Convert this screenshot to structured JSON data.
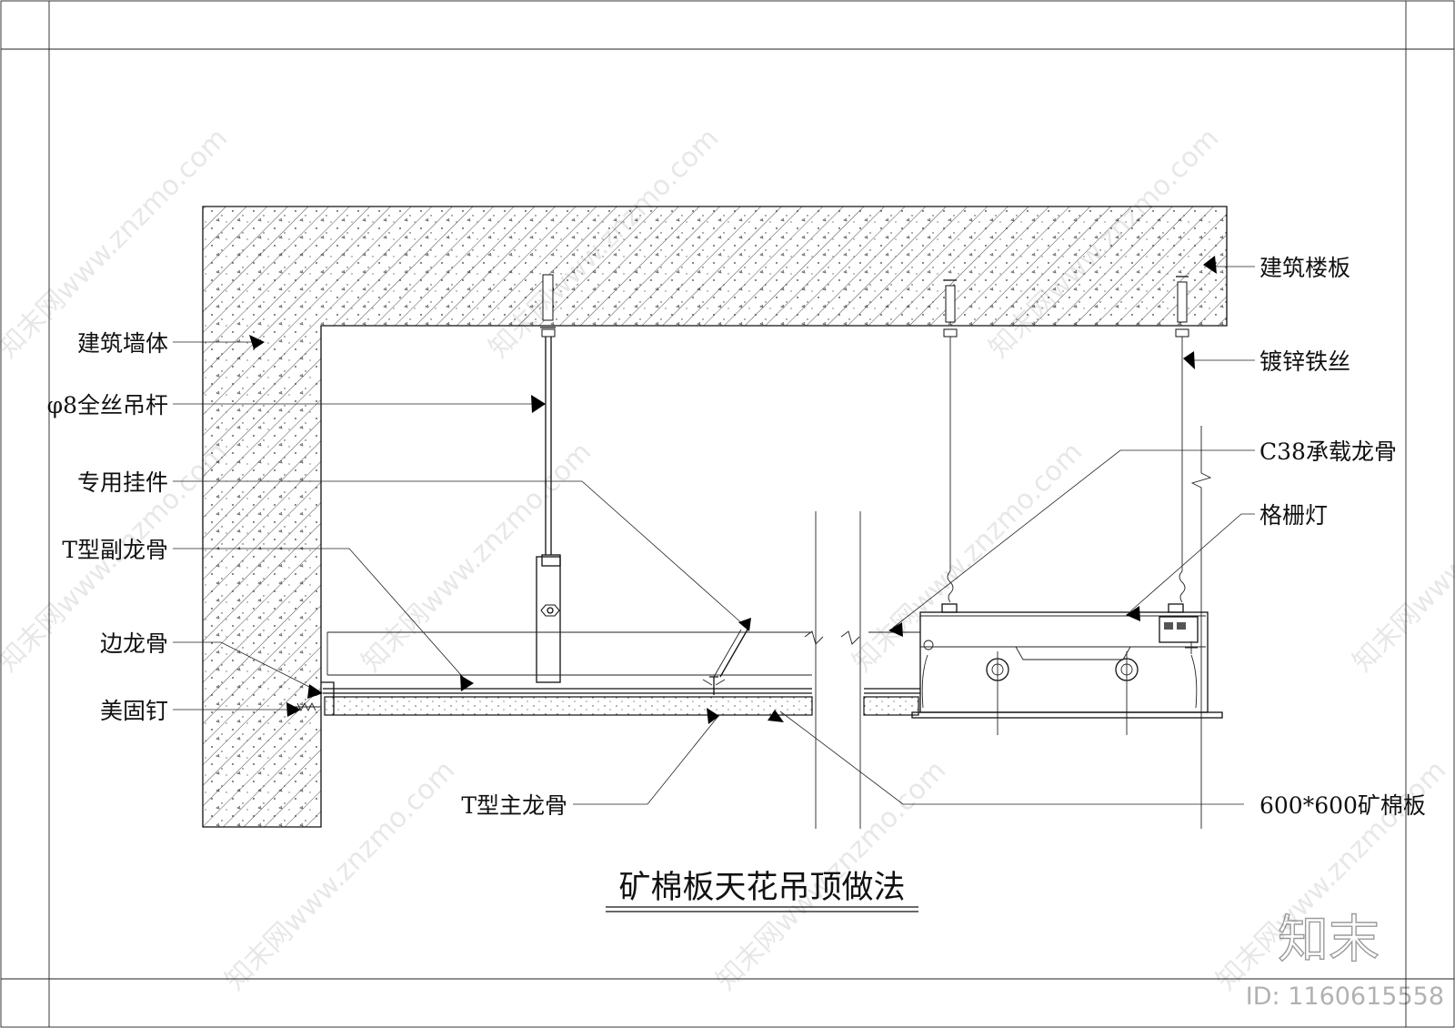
{
  "drawing": {
    "title": "矿棉板天花吊顶做法",
    "labels": {
      "wall": "建筑墙体",
      "rod": "φ8全丝吊杆",
      "hanger": "专用挂件",
      "sub_keel": "T型副龙骨",
      "edge_keel": "边龙骨",
      "nail": "美固钉",
      "main_keel": "T型主龙骨",
      "slab": "建筑楼板",
      "wire": "镀锌铁丝",
      "c38": "C38承载龙骨",
      "grille_light": "格栅灯",
      "board": "600*600矿棉板"
    }
  },
  "watermark": {
    "text": "知末网www.znzmo.com",
    "brand": "知末",
    "id": "ID: 1160615558"
  }
}
